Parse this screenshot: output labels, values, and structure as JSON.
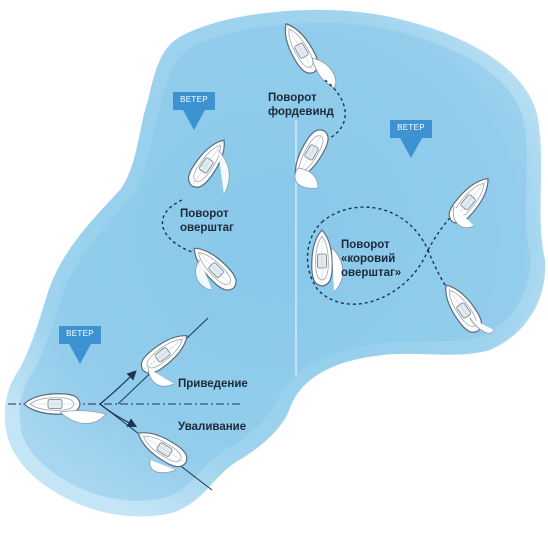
{
  "wind_label": "ВЕТЕР",
  "maneuvers": {
    "gybe": {
      "line1": "Поворот",
      "line2": "фордевинд"
    },
    "tack": {
      "line1": "Поворот",
      "line2": "оверштаг"
    },
    "cow_tack": {
      "line1": "Поворот",
      "line2": "«коровий",
      "line3": "оверштаг»"
    },
    "heading_up": "Приведение",
    "bearing_away": "Уваливание"
  },
  "colors": {
    "water": "#a9d5ef",
    "water_deep": "#7fc0e6",
    "wind_arrow": "#3d93d1",
    "boat_hull": "#ffffff",
    "boat_outline": "#5a6b7a",
    "path": "#1c3352"
  }
}
